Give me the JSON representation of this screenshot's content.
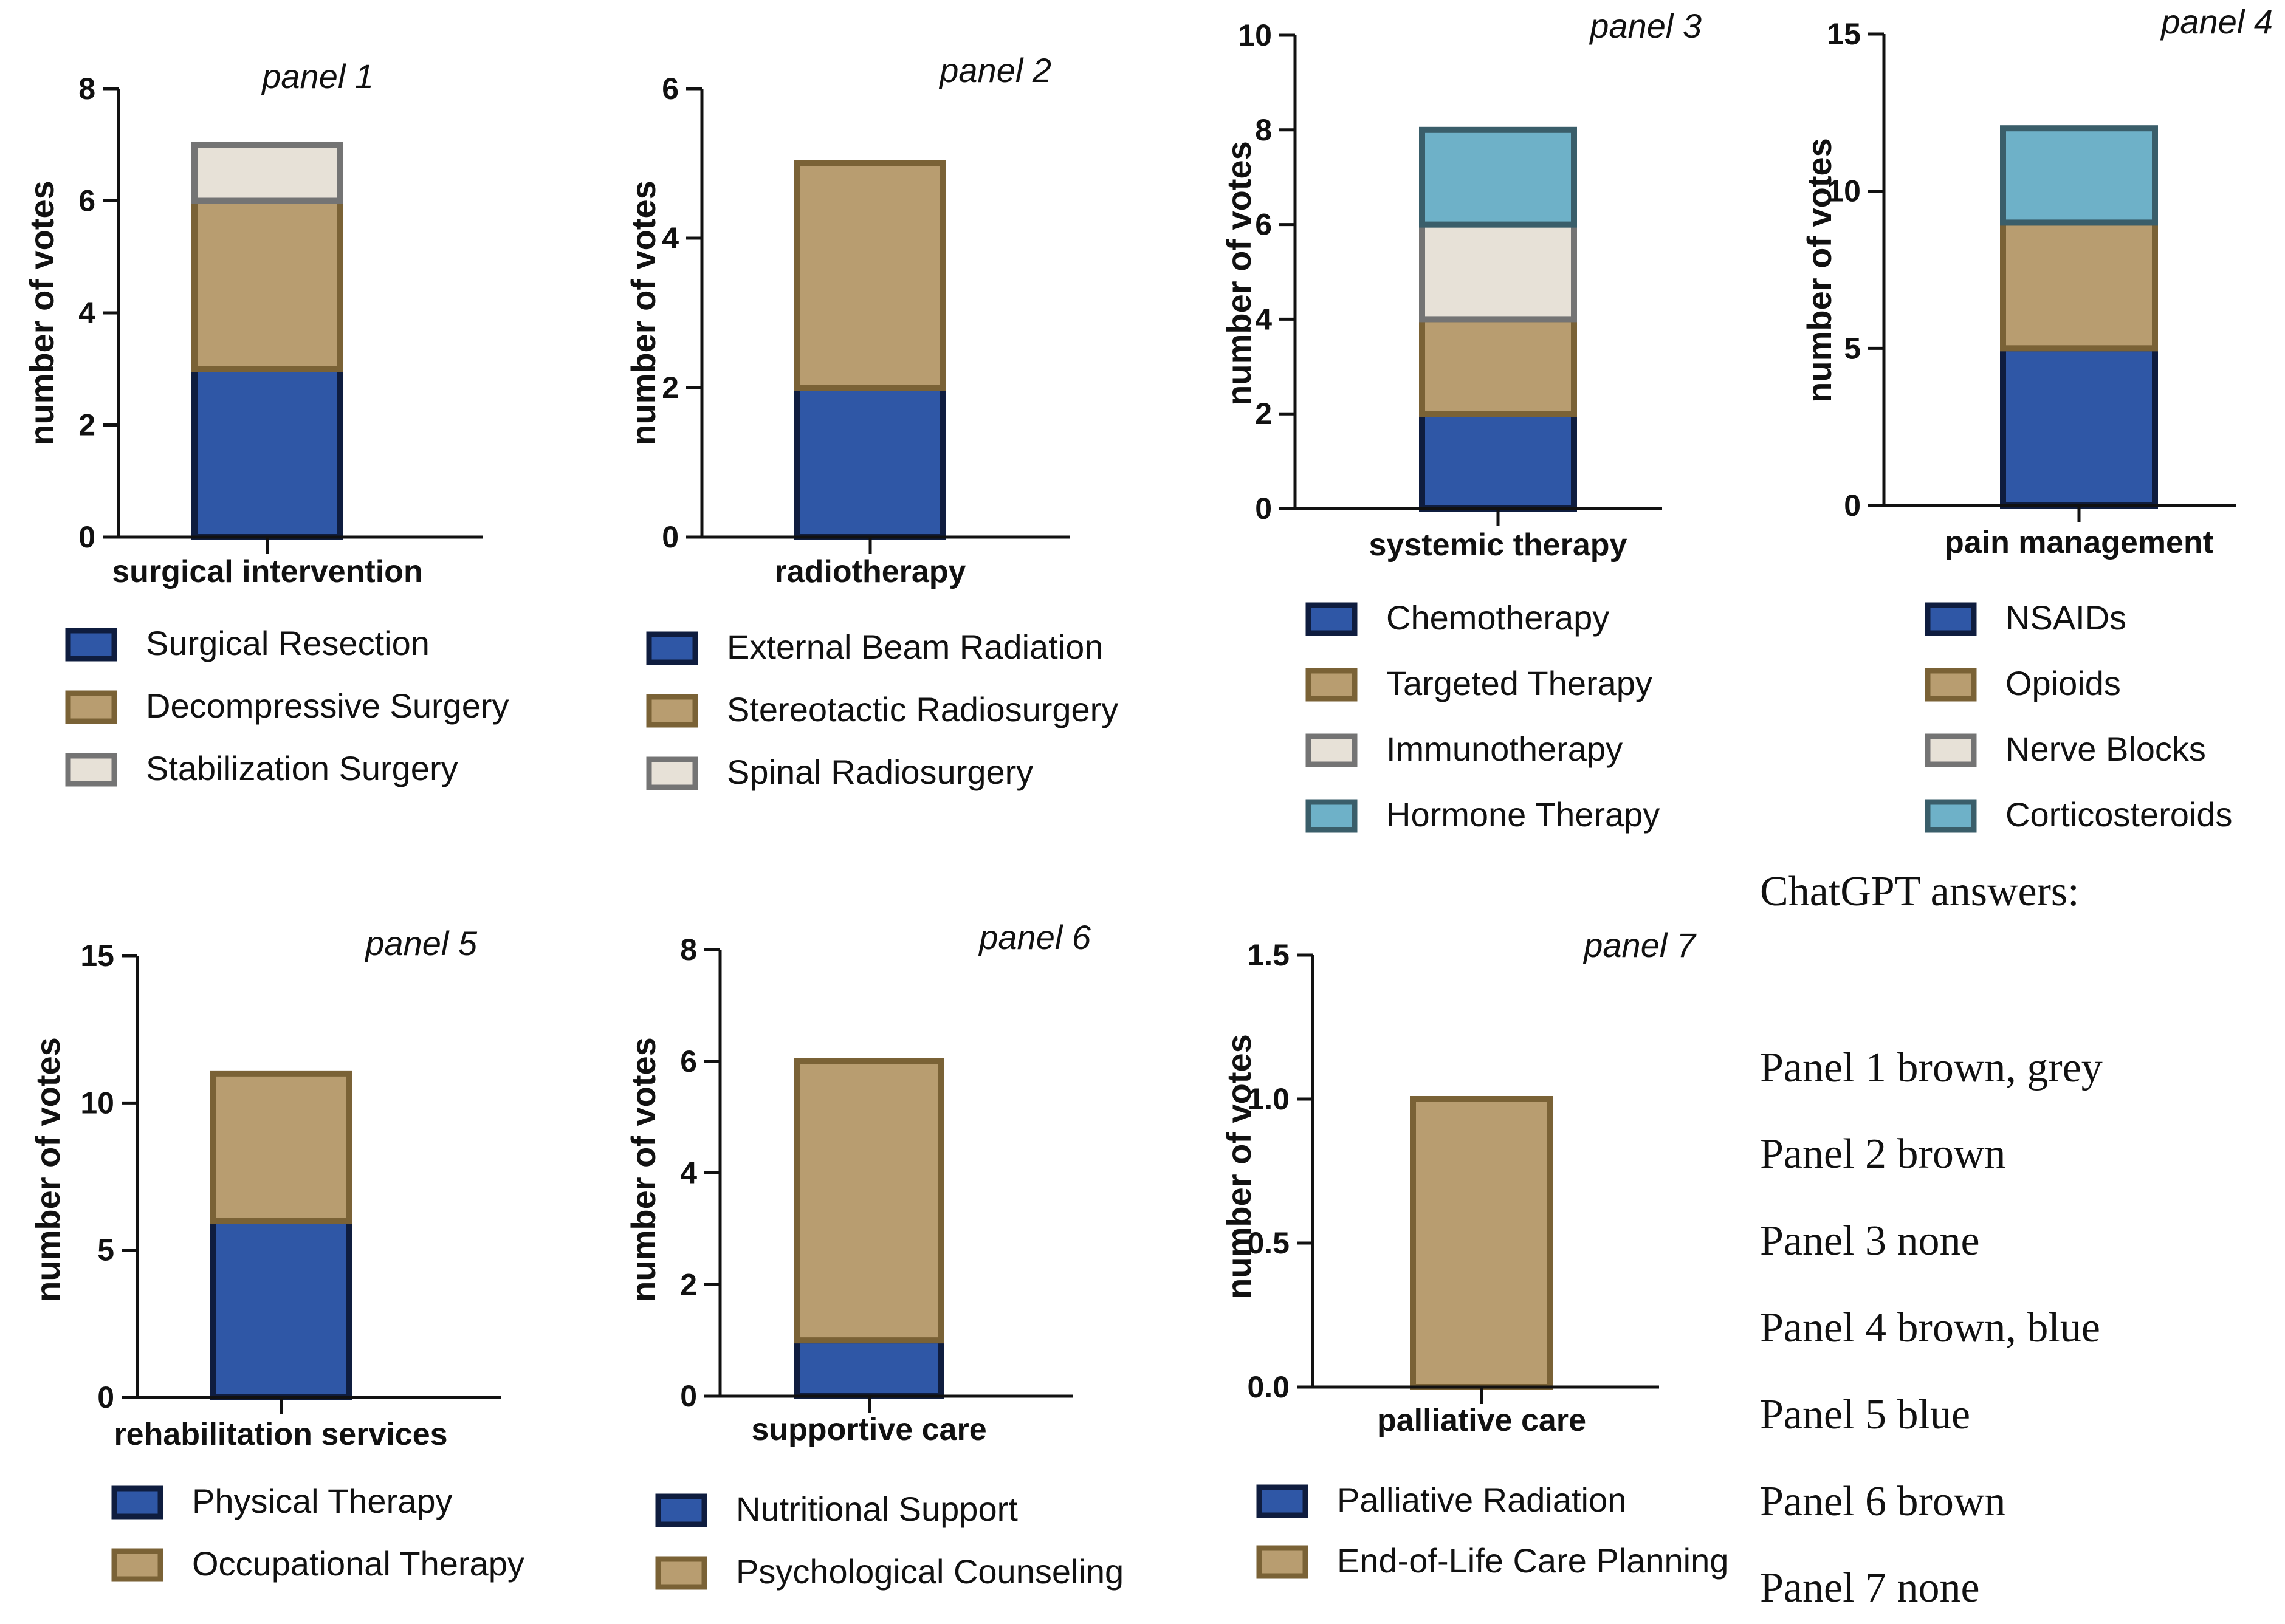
{
  "colors": {
    "blue": "#2f57a6",
    "blue_edge": "#0f1d3f",
    "brown": "#b89d70",
    "brown_edge": "#7a6236",
    "grey": "#e7e1d7",
    "grey_edge": "#747474",
    "teal": "#6eb1c8",
    "teal_edge": "#3a5e6a",
    "axis": "#111111"
  },
  "chart_data": [
    {
      "type": "bar",
      "stacked": true,
      "panel_label": "panel 1",
      "category": "surgical intervention",
      "ylabel": "number of votes",
      "ylim": [
        0,
        8
      ],
      "yticks": [
        "0",
        "2",
        "4",
        "6",
        "8"
      ],
      "series": [
        {
          "name": "Surgical Resection",
          "values": [
            3
          ],
          "color": "blue"
        },
        {
          "name": "Decompressive Surgery",
          "values": [
            3
          ],
          "color": "brown"
        },
        {
          "name": "Stabilization Surgery",
          "values": [
            1
          ],
          "color": "grey"
        }
      ]
    },
    {
      "type": "bar",
      "stacked": true,
      "panel_label": "panel 2",
      "category": "radiotherapy",
      "ylabel": "number of votes",
      "ylim": [
        0,
        6
      ],
      "yticks": [
        "0",
        "2",
        "4",
        "6"
      ],
      "series": [
        {
          "name": "External Beam Radiation",
          "values": [
            2
          ],
          "color": "blue"
        },
        {
          "name": "Stereotactic Radiosurgery",
          "values": [
            3
          ],
          "color": "brown"
        },
        {
          "name": "Spinal Radiosurgery",
          "values": [
            0
          ],
          "color": "grey"
        }
      ]
    },
    {
      "type": "bar",
      "stacked": true,
      "panel_label": "panel 3",
      "category": "systemic therapy",
      "ylabel": "number of votes",
      "ylim": [
        0,
        10
      ],
      "yticks": [
        "0",
        "2",
        "4",
        "6",
        "8",
        "10"
      ],
      "series": [
        {
          "name": "Chemotherapy",
          "values": [
            2
          ],
          "color": "blue"
        },
        {
          "name": "Targeted Therapy",
          "values": [
            2
          ],
          "color": "brown"
        },
        {
          "name": "Immunotherapy",
          "values": [
            2
          ],
          "color": "grey"
        },
        {
          "name": "Hormone Therapy",
          "values": [
            2
          ],
          "color": "teal"
        }
      ]
    },
    {
      "type": "bar",
      "stacked": true,
      "panel_label": "panel 4",
      "category": "pain management",
      "ylabel": "number of votes",
      "ylim": [
        0,
        15
      ],
      "yticks": [
        "0",
        "5",
        "10",
        "15"
      ],
      "series": [
        {
          "name": "NSAIDs",
          "values": [
            5
          ],
          "color": "blue"
        },
        {
          "name": "Opioids",
          "values": [
            4
          ],
          "color": "brown"
        },
        {
          "name": "Nerve Blocks",
          "values": [
            0
          ],
          "color": "grey"
        },
        {
          "name": "Corticosteroids",
          "values": [
            3
          ],
          "color": "teal"
        }
      ]
    },
    {
      "type": "bar",
      "stacked": true,
      "panel_label": "panel 5",
      "category": "rehabilitation services",
      "ylabel": "number of votes",
      "ylim": [
        0,
        15
      ],
      "yticks": [
        "0",
        "5",
        "10",
        "15"
      ],
      "series": [
        {
          "name": "Physical Therapy",
          "values": [
            6
          ],
          "color": "blue"
        },
        {
          "name": "Occupational Therapy",
          "values": [
            5
          ],
          "color": "brown"
        }
      ]
    },
    {
      "type": "bar",
      "stacked": true,
      "panel_label": "panel 6",
      "category": "supportive care",
      "ylabel": "number of votes",
      "ylim": [
        0,
        8
      ],
      "yticks": [
        "0",
        "2",
        "4",
        "6",
        "8"
      ],
      "series": [
        {
          "name": "Nutritional Support",
          "values": [
            1
          ],
          "color": "blue"
        },
        {
          "name": "Psychological Counseling",
          "values": [
            5
          ],
          "color": "brown"
        }
      ]
    },
    {
      "type": "bar",
      "stacked": true,
      "panel_label": "panel 7",
      "category": "palliative care",
      "ylabel": "number of votes",
      "ylim": [
        0,
        1.5
      ],
      "yticks": [
        "0.0",
        "0.5",
        "1.0",
        "1.5"
      ],
      "series": [
        {
          "name": "Palliative Radiation",
          "values": [
            0
          ],
          "color": "blue"
        },
        {
          "name": "End-of-Life Care Planning",
          "values": [
            1
          ],
          "color": "brown"
        }
      ]
    }
  ],
  "answers": {
    "title": "ChatGPT answers:",
    "lines": [
      "Panel 1 brown, grey",
      "Panel 2 brown",
      "Panel 3 none",
      "Panel 4 brown, blue",
      "Panel 5 blue",
      "Panel 6 brown",
      "Panel 7 none"
    ]
  }
}
